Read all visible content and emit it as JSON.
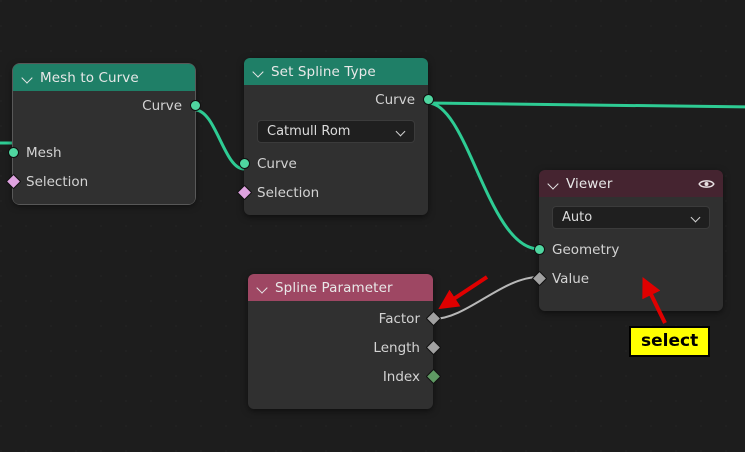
{
  "editor": {
    "name": "blender-geometry-node-editor",
    "background_color": "#1d1d1d",
    "grid": "dot-grid"
  },
  "nodes": [
    {
      "id": "mesh-to-curve",
      "title": "Mesh to Curve",
      "category": "geometry",
      "header_color": "#1f7f67",
      "selected": true,
      "outputs": [
        {
          "label": "Curve",
          "socket_type": "geometry",
          "socket_shape": "circle",
          "color": "#4fd6a0"
        }
      ],
      "inputs": [
        {
          "label": "Mesh",
          "socket_type": "geometry",
          "socket_shape": "circle",
          "color": "#4fd6a0"
        },
        {
          "label": "Selection",
          "socket_type": "field",
          "socket_shape": "diamond",
          "color": "#dfa3e0"
        }
      ]
    },
    {
      "id": "set-spline-type",
      "title": "Set Spline Type",
      "category": "geometry",
      "header_color": "#1f7f67",
      "selected": false,
      "outputs": [
        {
          "label": "Curve",
          "socket_type": "geometry",
          "socket_shape": "circle",
          "color": "#4fd6a0"
        }
      ],
      "dropdown": {
        "value": "Catmull Rom",
        "icon": "chevron-down-icon"
      },
      "inputs": [
        {
          "label": "Curve",
          "socket_type": "geometry",
          "socket_shape": "circle",
          "color": "#4fd6a0"
        },
        {
          "label": "Selection",
          "socket_type": "field",
          "socket_shape": "diamond",
          "color": "#dfa3e0"
        }
      ]
    },
    {
      "id": "viewer",
      "title": "Viewer",
      "category": "output",
      "header_color": "#452430",
      "header_icon": "eye-icon",
      "selected": false,
      "dropdown": {
        "value": "Auto",
        "icon": "chevron-down-icon"
      },
      "inputs": [
        {
          "label": "Geometry",
          "socket_type": "geometry",
          "socket_shape": "circle",
          "color": "#4fd6a0"
        },
        {
          "label": "Value",
          "socket_type": "field",
          "socket_shape": "diamond",
          "color": "#a1a1a1"
        }
      ]
    },
    {
      "id": "spline-parameter",
      "title": "Spline Parameter",
      "category": "input",
      "header_color": "#9e4763",
      "selected": false,
      "outputs": [
        {
          "label": "Factor",
          "socket_type": "field-float",
          "socket_shape": "diamond",
          "color": "#a1a1a1"
        },
        {
          "label": "Length",
          "socket_type": "field-float",
          "socket_shape": "diamond",
          "color": "#a1a1a1"
        },
        {
          "label": "Index",
          "socket_type": "field-int",
          "socket_shape": "diamond",
          "color": "#5f9a63"
        }
      ]
    }
  ],
  "links": [
    {
      "from": "offscreen-left",
      "to": "mesh-to-curve.Mesh",
      "color": "#2ecc94"
    },
    {
      "from": "mesh-to-curve.Curve",
      "to": "set-spline-type.Curve",
      "color": "#2ecc94"
    },
    {
      "from": "set-spline-type.Curve",
      "to": "viewer.Geometry",
      "color": "#2ecc94"
    },
    {
      "from": "set-spline-type.Curve",
      "to": "offscreen-right",
      "color": "#2ecc94"
    },
    {
      "from": "spline-parameter.Factor",
      "to": "viewer.Value",
      "color": "#b8b8b8"
    }
  ],
  "annotations": {
    "callout_label": "select",
    "callout_bg": "#ffff00",
    "callout_text_color": "#000000",
    "arrow_color": "#e00000",
    "arrows": [
      {
        "name": "arrow-to-factor-socket",
        "points_at": "spline-parameter.Factor"
      },
      {
        "name": "arrow-to-value-socket",
        "points_at": "viewer.Value"
      }
    ]
  }
}
